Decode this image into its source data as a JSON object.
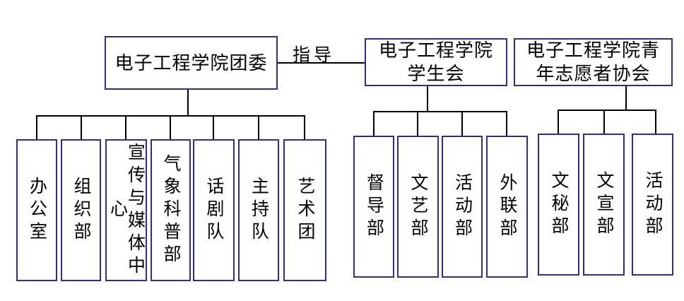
{
  "org_chart": {
    "edge_label": "指导",
    "colors": {
      "box_border": "#312e84",
      "connector_line": "#000000",
      "text": "#000000",
      "background": "#ffffff"
    },
    "roots": [
      {
        "label": "电子工程学院团委",
        "children": [
          "办公室",
          "组织部",
          "宣传与媒体中心",
          "气象科普部",
          "话剧队",
          "主持队",
          "艺术团"
        ]
      },
      {
        "label": "电子工程学院\n学生会",
        "children": [
          "督导部",
          "文艺部",
          "活动部",
          "外联部"
        ]
      },
      {
        "label": "电子工程学院青\n年志愿者协会",
        "children": [
          "文秘部",
          "文宣部",
          "活动部"
        ]
      }
    ]
  }
}
